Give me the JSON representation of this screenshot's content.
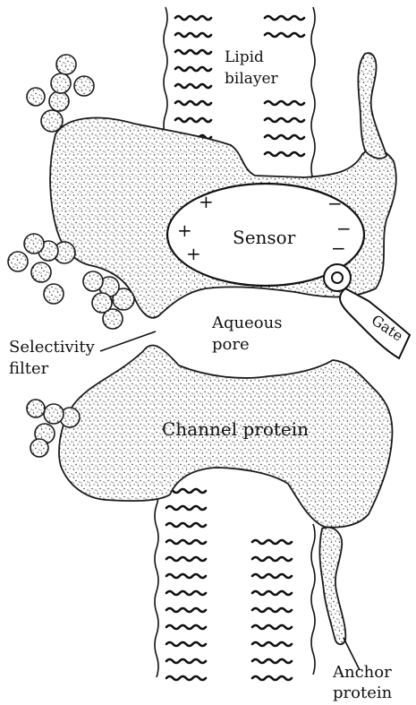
{
  "labels": {
    "lipid_line1": "Lipid",
    "lipid_line2": "bilayer",
    "sensor": "Sensor",
    "aqueous_line1": "Aqueous",
    "aqueous_line2": "pore",
    "selectivity_line1": "Selectivity",
    "selectivity_line2": "filter",
    "gate": "Gate",
    "channel_protein": "Channel protein",
    "anchor_line1": "Anchor",
    "anchor_line2": "protein"
  },
  "sensor_charges": {
    "positive": "+",
    "negative": "−"
  },
  "colors": {
    "ink": "#111111",
    "background": "#ffffff"
  }
}
